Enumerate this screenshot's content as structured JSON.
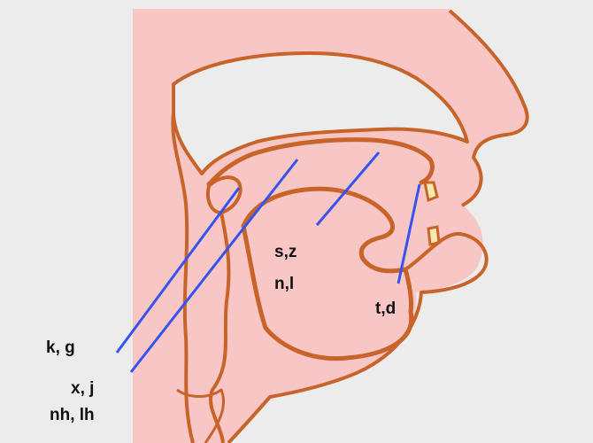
{
  "labels": {
    "velar": "k, g",
    "palatal_1": "x, j",
    "palatal_2": "nh, lh",
    "alveolar_1": "s,z",
    "alveolar_2": "n,l",
    "dental": "t,d"
  },
  "colors": {
    "background": "#ececec",
    "tissue": "#f9c6c6",
    "outline": "#c8642a",
    "pointer": "#3553ee",
    "teeth": "#f4eab0",
    "text": "#111111"
  }
}
